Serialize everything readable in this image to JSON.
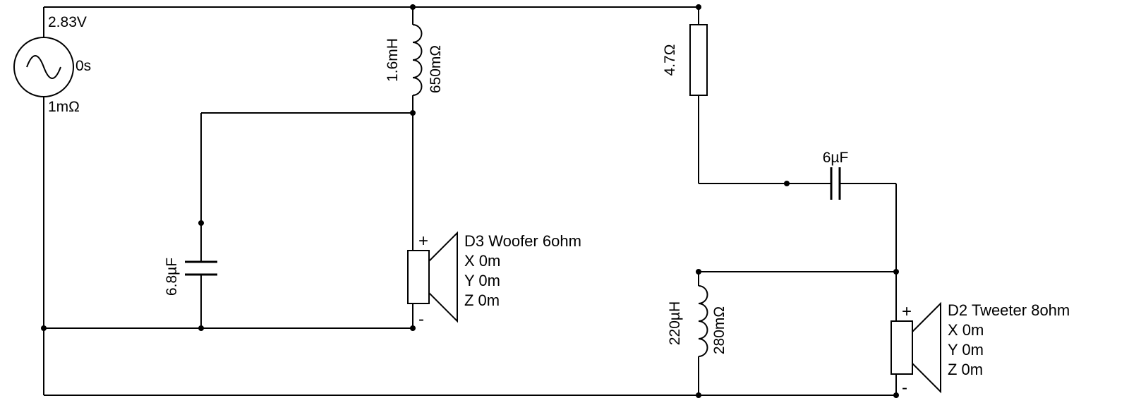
{
  "schematic": {
    "background": "#ffffff",
    "wire_color": "#000000",
    "source": {
      "voltage": "2.83V",
      "delay": "0s",
      "impedance": "1mΩ"
    },
    "woofer_branch": {
      "inductor": {
        "value": "1.6mH",
        "resistance": "650mΩ"
      },
      "capacitor": {
        "value": "6.8µF"
      },
      "speaker": {
        "label": "D3 Woofer 6ohm",
        "label_color": "#ff0000",
        "x": "X 0m",
        "y": "Y 0m",
        "z": "Z 0m",
        "plus": "+",
        "minus": "-"
      }
    },
    "tweeter_branch": {
      "resistor": {
        "value": "4.7Ω"
      },
      "capacitor": {
        "value": "6µF"
      },
      "inductor": {
        "value": "220µH",
        "resistance": "280mΩ"
      },
      "speaker": {
        "label": "D2 Tweeter 8ohm",
        "label_color": "#00dd00",
        "x": "X 0m",
        "y": "Y 0m",
        "z": "Z 0m",
        "plus": "+",
        "minus": "-"
      }
    }
  }
}
